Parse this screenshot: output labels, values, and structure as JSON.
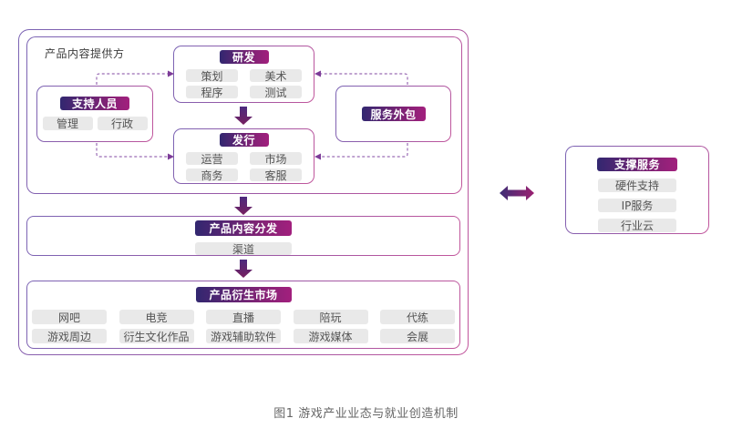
{
  "caption": "图1 游戏产业业态与就业创造机制",
  "provider": {
    "label": "产品内容提供方",
    "rnd": {
      "header": "研发",
      "items": [
        "策划",
        "美术",
        "程序",
        "测试"
      ]
    },
    "support": {
      "header": "支持人员",
      "items": [
        "管理",
        "行政"
      ]
    },
    "outsource": {
      "header": "服务外包"
    },
    "publish": {
      "header": "发行",
      "items": [
        "运营",
        "市场",
        "商务",
        "客服"
      ]
    }
  },
  "distribution": {
    "header": "产品内容分发",
    "items": [
      "渠道"
    ]
  },
  "derivative": {
    "header": "产品衍生市场",
    "row1": [
      "网吧",
      "电竞",
      "直播",
      "陪玩",
      "代练"
    ],
    "row2": [
      "游戏周边",
      "衍生文化作品",
      "游戏辅助软件",
      "游戏媒体",
      "会展"
    ]
  },
  "supporting": {
    "header": "支撑服务",
    "items": [
      "硬件支持",
      "IP服务",
      "行业云"
    ]
  },
  "colors": {
    "header_gradient_start": "#322770",
    "header_gradient_end": "#a2207d",
    "pill_bg": "#e9e9e9",
    "pill_text": "#555555",
    "border_gradient_start": "#7b64b4",
    "border_gradient_end": "#c2569c",
    "dashed_connector": "#9a6cb5",
    "solid_arrow_top": "#4c2b7e",
    "solid_arrow_bottom": "#77205f",
    "double_arrow_left": "#3a2d75",
    "double_arrow_right": "#9e2071"
  }
}
